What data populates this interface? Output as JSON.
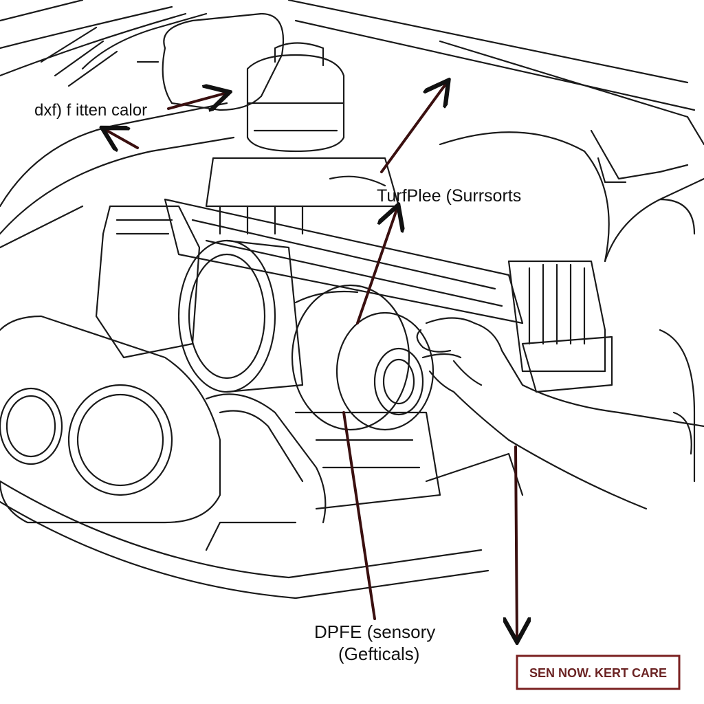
{
  "labels": {
    "top_left": "dxf) f itten calor",
    "middle_right": "TurfPlee (Surrsorts",
    "bottom_line1": "DPFE (sensory",
    "bottom_line2": "(Gefticals)"
  },
  "stamp": {
    "text": "SEN NOW. KERT CARE",
    "border_color": "#7a2020",
    "text_color": "#6b2323"
  },
  "colors": {
    "line_art": "#1a1a1a",
    "arrow_body": "#3a0f0f",
    "arrow_head": "#111111",
    "background": "#ffffff"
  }
}
